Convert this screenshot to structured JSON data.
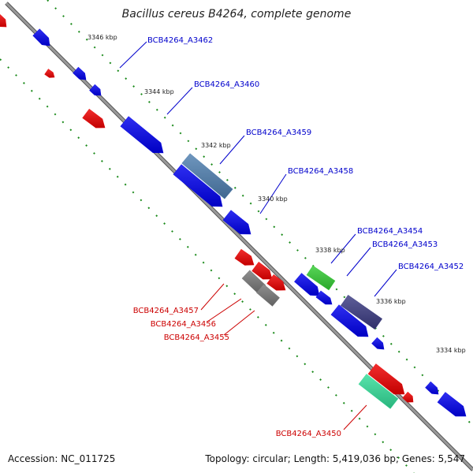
{
  "title": "Bacillus cereus B4264, complete genome",
  "footer": {
    "accession": "Accession: NC_011725",
    "summary": "Topology: circular; Length: 5,419,036 bp; Genes: 5,547"
  },
  "colors": {
    "backbone": "#8c8c8c",
    "forward_label": "#0000cc",
    "reverse_label": "#cc0000",
    "tick_dots": "#1a8a1a",
    "gene_blue": "#0000ee",
    "gene_red": "#ee0000",
    "gene_steel": "#4f7fb0",
    "gene_green": "#33cc33",
    "gene_navy": "#3b3b82",
    "gene_gray": "#777777",
    "gene_teal": "#33dd99"
  },
  "ticks": [
    "3346 kbp",
    "3344 kbp",
    "3342 kbp",
    "3340 kbp",
    "3338 kbp",
    "3336 kbp",
    "3334 kbp"
  ],
  "gene_labels_forward": [
    "BCB4264_A3462",
    "BCB4264_A3460",
    "BCB4264_A3459",
    "BCB4264_A3458",
    "BCB4264_A3454",
    "BCB4264_A3453",
    "BCB4264_A3452"
  ],
  "gene_labels_reverse": [
    "BCB4264_A3457",
    "BCB4264_A3456",
    "BCB4264_A3455",
    "BCB4264_A3450"
  ]
}
